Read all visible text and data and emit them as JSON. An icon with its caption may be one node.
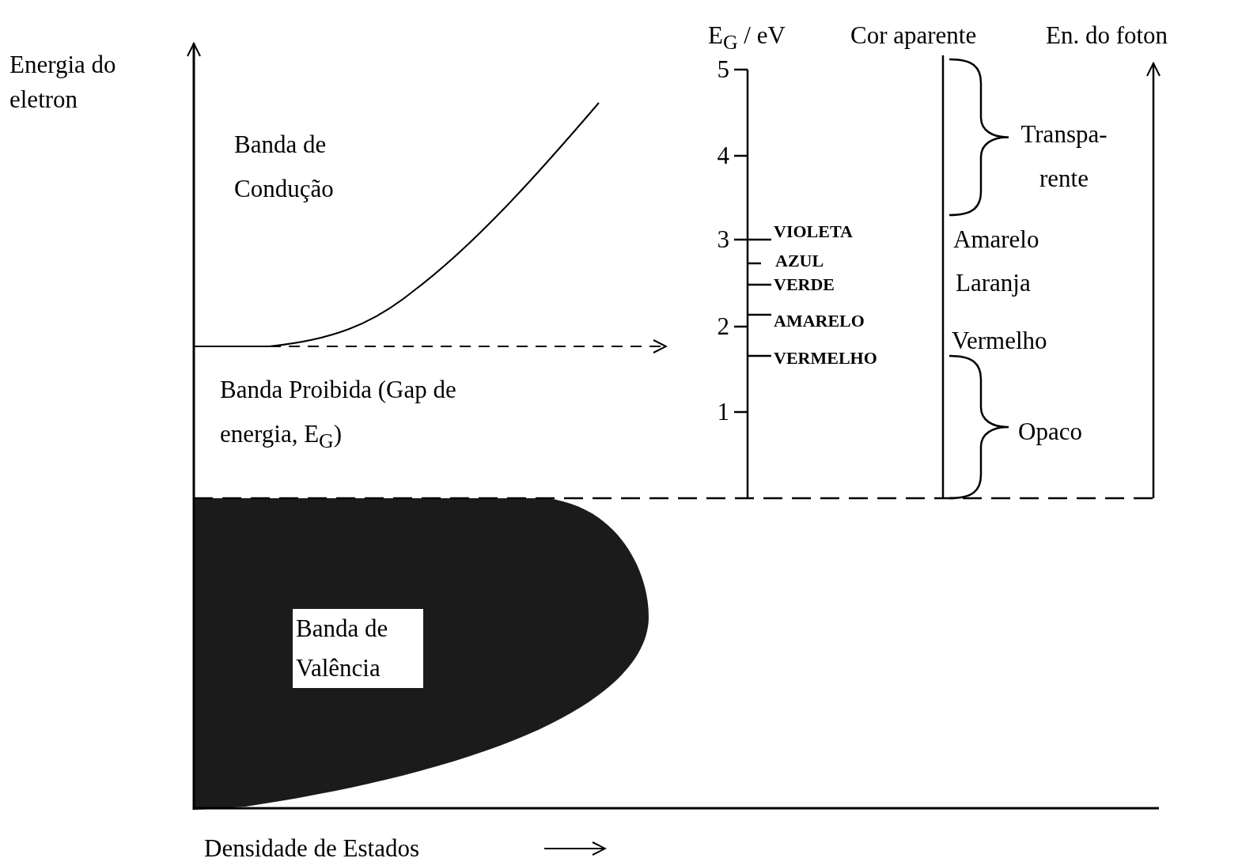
{
  "diagram": {
    "nodes": [
      {
        "text": [
          "Banda de Valência"
        ]
      }
    ],
    "labels": [
      "Energia do eletron",
      "E$_{G}$ / eV",
      "Cor aparente",
      "En. do foton",
      "5",
      "4",
      "Banda de Condução",
      "Transpa- rente",
      "3",
      "VIOLETA",
      "AZUL",
      "Amarelo",
      "VERDE",
      "Laranja",
      "2",
      "AMARELO",
      "Vermelho",
      "VERMELHO",
      "Banda Proibida (Gap de energia, E$_{G}$)",
      "1",
      "Opaco",
      "Densidade de Estados"
    ]
  }
}
